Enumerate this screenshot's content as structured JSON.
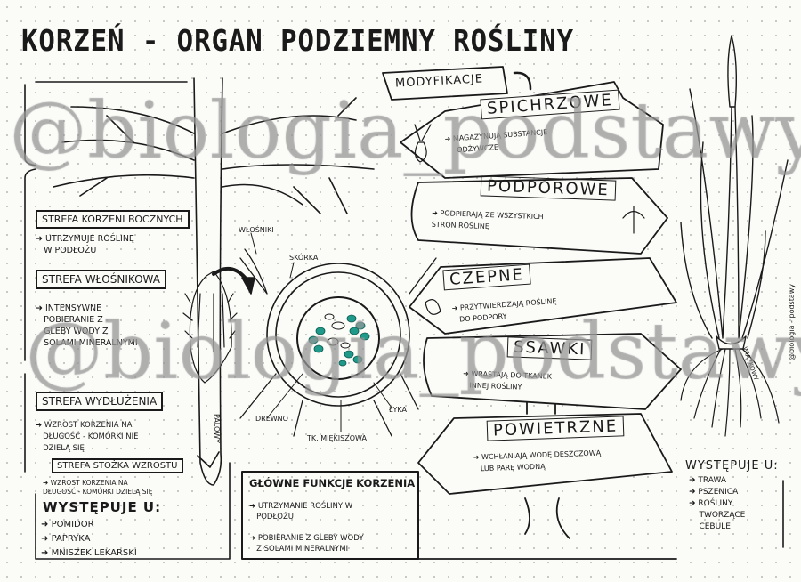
{
  "title": "KORZEŃ - ORGAN PODZIEMNY ROŚLINY",
  "watermark": "@biologia_podstawy",
  "signature": "@biologia - podstawy",
  "zones": [
    {
      "label": "STREFA KORZENI BOCZNYCH",
      "text": [
        "UTRZYMUJE ROŚLINĘ",
        "W PODŁOŻU"
      ]
    },
    {
      "label": "STREFA WŁOŚNIKOWA",
      "text": [
        "INTENSYWNE",
        "POBIERANIE Z",
        "GLEBY WODY Z",
        "SOLAMI MINERALNYMI"
      ]
    },
    {
      "label": "STREFA WYDŁUŻENIA",
      "text": [
        "WZROST KORZENIA NA",
        "DŁUGOŚĆ - KOMÓRKI NIE",
        "DZIELĄ SIĘ"
      ]
    },
    {
      "label": "STREFA STOŻKA WZROSTU",
      "text": [
        "WZROST KORZENIA NA",
        "DŁUGOŚĆ - KOMÓRKI DZIELĄ SIĘ"
      ]
    }
  ],
  "taproot": {
    "label": "PALOWY",
    "occurs_title": "WYSTĘPUJE U:",
    "occurs": [
      "POMIDOR",
      "PAPRYKA",
      "MNISZEK LEKARSKI"
    ]
  },
  "cross_section": {
    "labels": {
      "hairs": "WŁOŚNIKI",
      "epidermis": "SKÓRKA",
      "xylem": "DREWNO",
      "parenchyma": "TK. MIĘKISZOWA",
      "phloem": "ŁYKA"
    },
    "accent_color": "#1f9a8a"
  },
  "functions": {
    "title": "GŁÓWNE FUNKCJE KORZENIA",
    "items": [
      [
        "UTRZYMANIE ROŚLINY W",
        "PODŁOŻU"
      ],
      [
        "POBIERANIE Z GLEBY WODY",
        "Z SOLAMI MINERALNYMI"
      ]
    ]
  },
  "modifications": {
    "title": "MODYFIKACJE",
    "items": [
      {
        "name": "SPICHRZOWE",
        "text": [
          "MAGAZYNUJĄ SUBSTANCJE",
          "ODŻYWCZE"
        ]
      },
      {
        "name": "PODPOROWE",
        "text": [
          "PODPIERAJĄ ZE WSZYSTKICH",
          "STRON ROŚLINĘ"
        ]
      },
      {
        "name": "CZEPNE",
        "text": [
          "PRZYTWIERDZAJĄ ROŚLINĘ",
          "DO PODPORY"
        ]
      },
      {
        "name": "SSAWKI",
        "text": [
          "WRASTAJĄ DO TKANEK",
          "INNEJ ROŚLINY"
        ]
      },
      {
        "name": "POWIETRZNE",
        "text": [
          "WCHŁANIAJĄ WODĘ DESZCZOWĄ",
          "LUB PARĘ WODNĄ"
        ]
      }
    ]
  },
  "fibrous": {
    "label": "WIĄZKOWY",
    "occurs_title": "WYSTĘPUJE U:",
    "occurs": [
      "TRAWA",
      "PSZENICA",
      "ROŚLINY",
      "TWORZĄCE",
      "CEBULE"
    ]
  }
}
